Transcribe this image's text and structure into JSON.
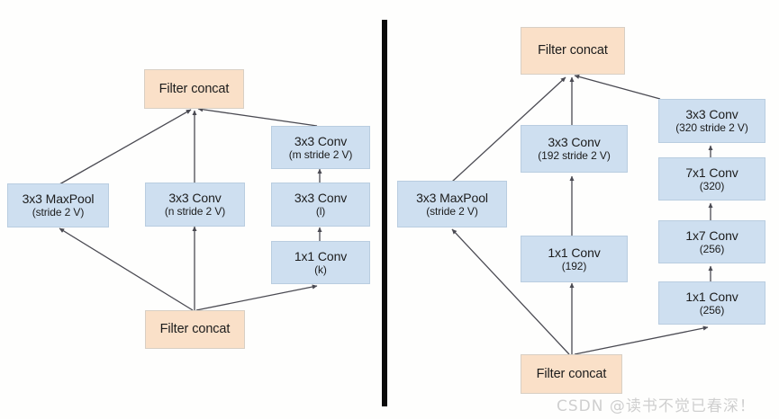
{
  "figure": {
    "background_color": "#fefefd",
    "box_fill_blue": "#cedff0",
    "box_fill_peach": "#fae0c8",
    "edge_color": "#4a4a52",
    "divider_color": "#0a0a0a",
    "watermark": "CSDN @读书不觉已春深！"
  },
  "left_diagram": {
    "name": "generic-grid-size-reduction-module",
    "nodes": {
      "top_concat": {
        "line1": "Filter concat",
        "line2": "",
        "type": "peach"
      },
      "maxpool": {
        "line1": "3x3 MaxPool",
        "line2": "(stride 2 V)",
        "type": "blue"
      },
      "mid_conv": {
        "line1": "3x3 Conv",
        "line2": "(n stride 2 V)",
        "type": "blue"
      },
      "right_conv_top": {
        "line1": "3x3 Conv",
        "line2": "(m stride 2 V)",
        "type": "blue"
      },
      "right_conv_mid": {
        "line1": "3x3 Conv",
        "line2": "(l)",
        "type": "blue"
      },
      "right_conv_bottom": {
        "line1": "1x1 Conv",
        "line2": "(k)",
        "type": "blue"
      },
      "bottom_concat": {
        "line1": "Filter concat",
        "line2": "",
        "type": "peach"
      }
    }
  },
  "right_diagram": {
    "name": "inception-v4-reduction-b-module",
    "nodes": {
      "top_concat": {
        "line1": "Filter concat",
        "line2": "",
        "type": "peach"
      },
      "maxpool": {
        "line1": "3x3 MaxPool",
        "line2": "(stride 2 V)",
        "type": "blue"
      },
      "mid_conv_top": {
        "line1": "3x3 Conv",
        "line2": "(192 stride 2 V)",
        "type": "blue"
      },
      "mid_conv_bottom": {
        "line1": "1x1 Conv",
        "line2": "(192)",
        "type": "blue"
      },
      "right_conv_1": {
        "line1": "3x3 Conv",
        "line2": "(320 stride 2 V)",
        "type": "blue"
      },
      "right_conv_2": {
        "line1": "7x1 Conv",
        "line2": "(320)",
        "type": "blue"
      },
      "right_conv_3": {
        "line1": "1x7 Conv",
        "line2": "(256)",
        "type": "blue"
      },
      "right_conv_4": {
        "line1": "1x1 Conv",
        "line2": "(256)",
        "type": "blue"
      },
      "bottom_concat": {
        "line1": "Filter concat",
        "line2": "",
        "type": "peach"
      }
    }
  }
}
